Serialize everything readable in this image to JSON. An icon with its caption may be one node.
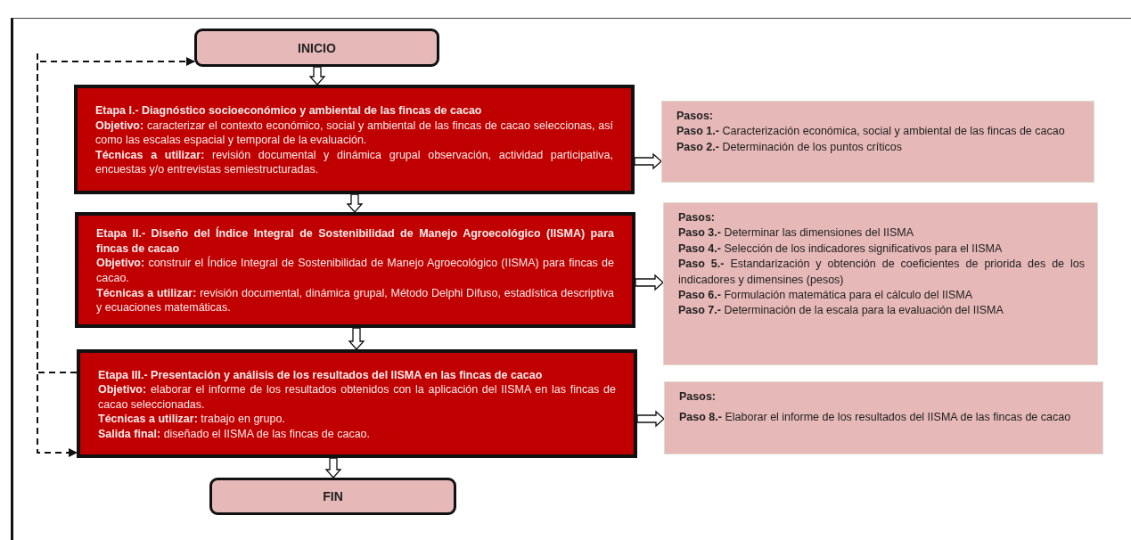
{
  "diagram": {
    "nodes": [
      {
        "text": [
          "INICIO"
        ]
      },
      {
        "text": [
          "Etapa I.- Diagnóstico socioeconómico y ambiental de las fincas de cacao",
          "**Objetivo:** caracterizar el contexto económico, social y ambiental de las fincas de cacao seleccionas, así como las escalas espacial y temporal de la evaluación.",
          "**Técnicas a utilizar:**  revisión documental y dinámica grupal observación, actividad participativa, encuestas y/o entrevistas semiestructuradas."
        ]
      },
      {
        "text": [
          "Etapa II.- Diseño del Índice Integral de Sostenibilidad de Manejo Agroecológico (IISMA) para fincas de cacao",
          "**Objetivo:** construir el Índice Integral de Sostenibilidad de Manejo Agroecológico (IISMA) para fincas de cacao.",
          "**Técnicas a utilizar:** revisión documental, dinámica grupal, Método Delphi Difuso, estadística descriptiva y ecuaciones matemáticas."
        ]
      },
      {
        "text": [
          "Etapa III.- Presentación y análisis de los resultados del IISMA en las fincas de cacao",
          "**Objetivo:** elaborar el informe de los resultados obtenidos con la aplicación del IISMA en las fincas de cacao seleccionadas.",
          "**Técnicas a utilizar:** trabajo en grupo.",
          "**Salida final:** diseñado el IISMA de las fincas de cacao."
        ]
      },
      {
        "text": [
          "FIN"
        ]
      },
      {
        "text": [
          "Pasos:",
          "**Paso 1.-** Caracterización económica, social y ambiental de las fincas de cacao",
          "**Paso 2.-** Determinación de los puntos críticos"
        ]
      },
      {
        "text": [
          "Pasos:",
          "**Paso 3.-** Determinar las dimensiones del IISMA",
          "**Paso 4.-** Selección de los indicadores significativos para el IISMA",
          "**Paso 5.-** Estandarización y obtención de coeficientes de priorida des de los indicadores y dimensines (pesos)",
          "**Paso 6.-** Formulación matemática para el cálculo del IISMA",
          "**Paso 7.-** Determinación de la escala para la evaluación del IISMA"
        ]
      },
      {
        "text": [
          "Pasos:",
          "**Paso 8.-** Elaborar el informe de los resultados del IISMA de las fincas de cacao"
        ]
      }
    ],
    "edges": [
      {
        "from": 0,
        "to": 1,
        "arrow": "to"
      },
      {
        "from": 1,
        "to": 2,
        "arrow": "to"
      },
      {
        "from": 2,
        "to": 3,
        "arrow": "to"
      },
      {
        "from": 3,
        "to": 4,
        "arrow": "to"
      },
      {
        "from": 1,
        "to": 5,
        "arrow": "to"
      },
      {
        "from": 2,
        "to": 6,
        "arrow": "to"
      },
      {
        "from": 3,
        "to": 7,
        "arrow": "to"
      },
      {
        "from": 3,
        "to": 0,
        "arrow": "to",
        "style": "dashed"
      },
      {
        "from": null,
        "to": 3,
        "arrow": "to",
        "style": "dashed"
      }
    ]
  }
}
